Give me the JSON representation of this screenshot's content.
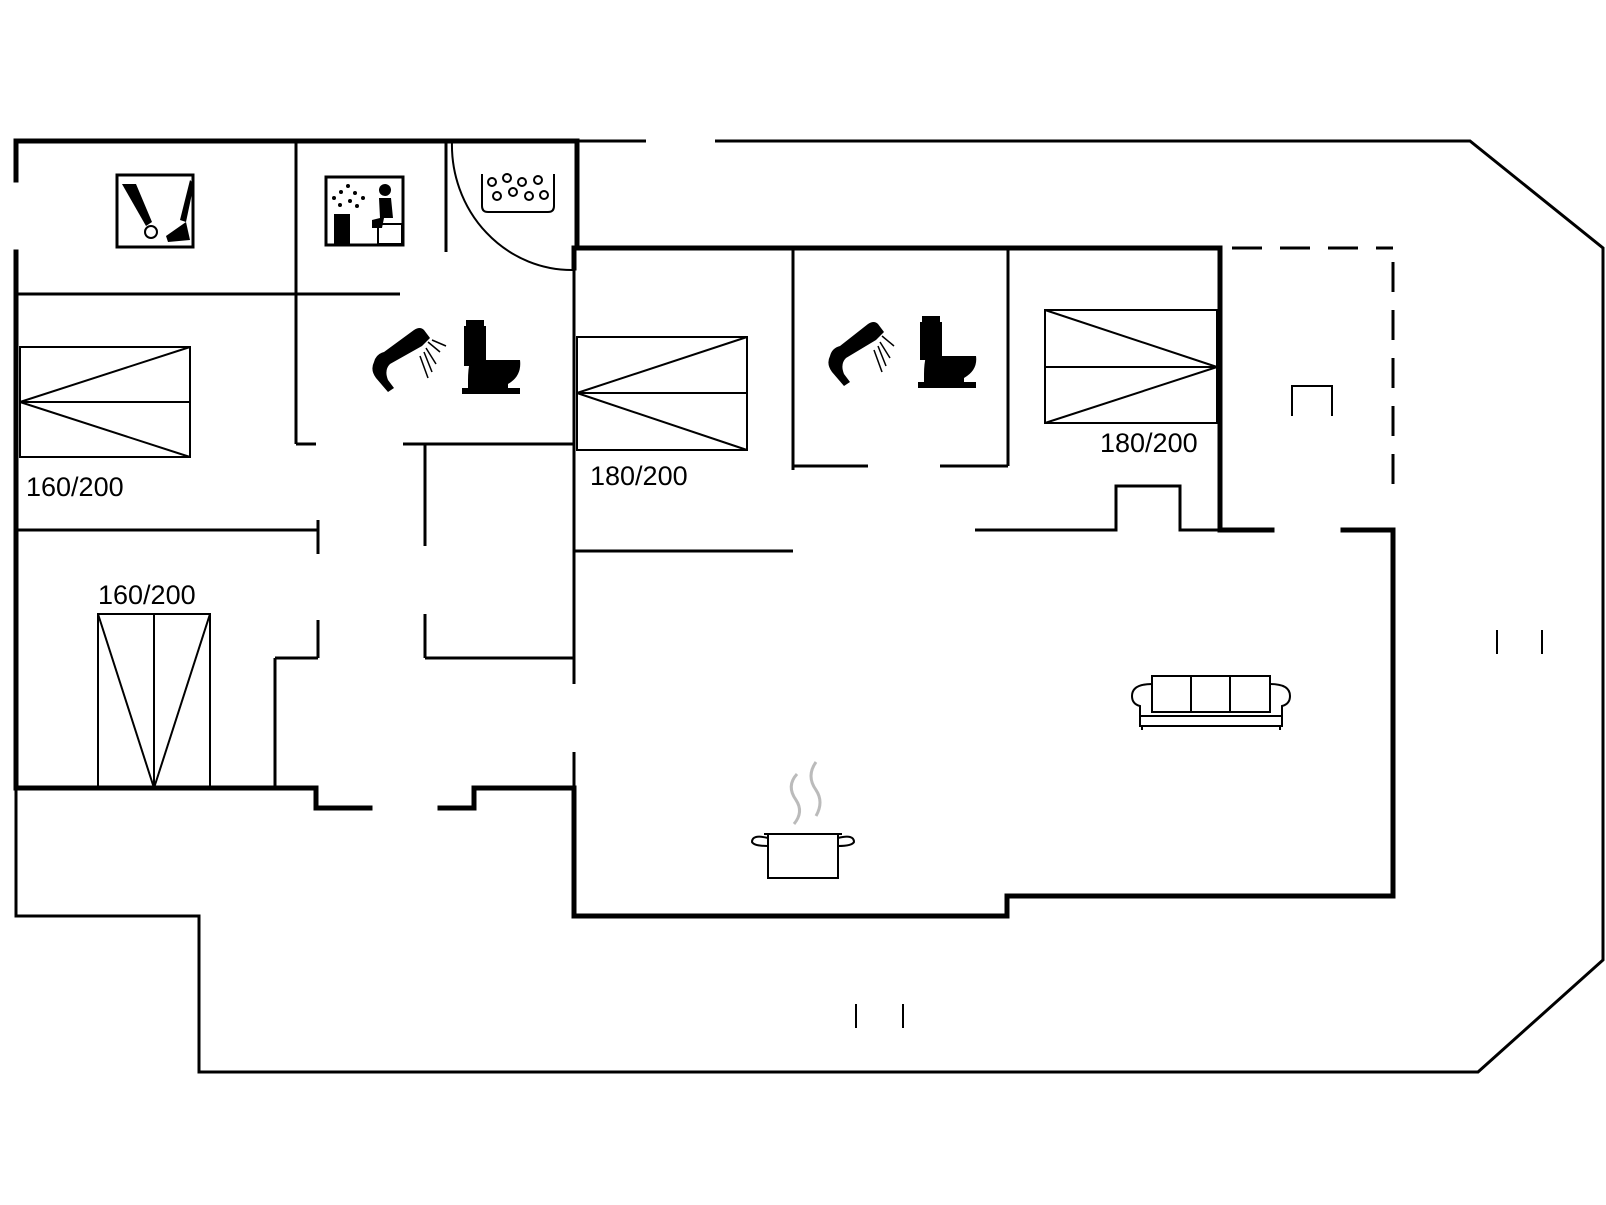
{
  "beds": [
    {
      "label": "160/200"
    },
    {
      "label": "160/200"
    },
    {
      "label": "180/200"
    },
    {
      "label": "180/200"
    }
  ],
  "icons": [
    "utility-room-icon",
    "sauna-icon",
    "whirlpool-icon",
    "shower-icon",
    "toilet-icon",
    "sofa-icon",
    "cooking-pot-icon",
    "fireplace-icon"
  ],
  "colors": {
    "line": "#000000",
    "background": "#ffffff"
  }
}
